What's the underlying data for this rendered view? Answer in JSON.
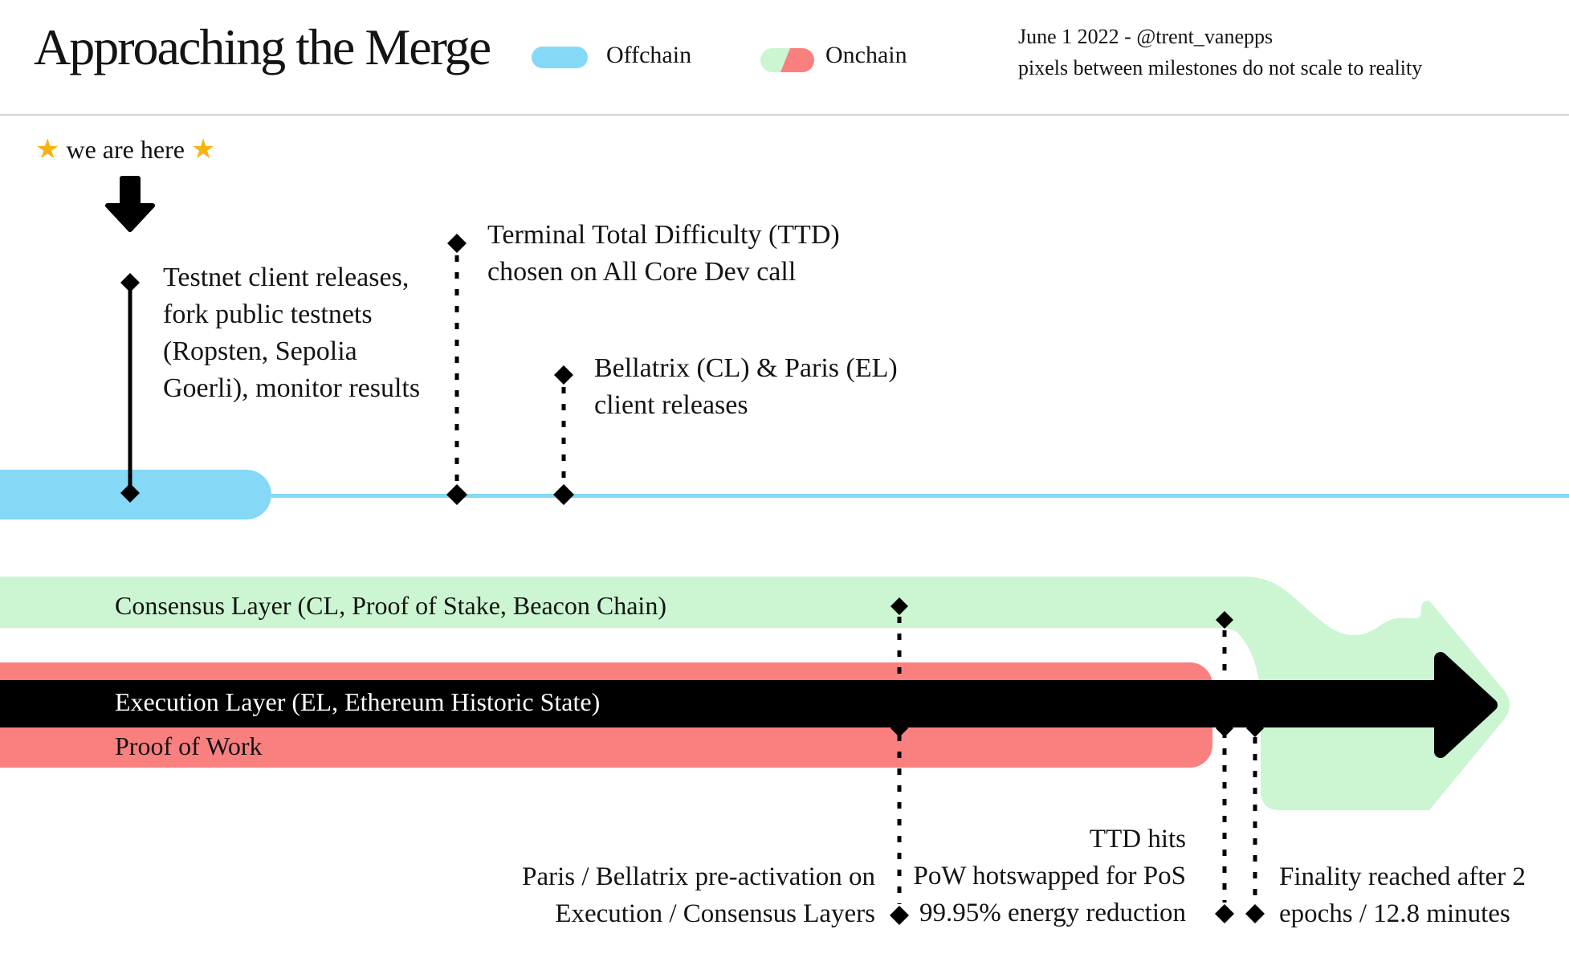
{
  "colors": {
    "offchain_blue": "#85D9F7",
    "onchain_green": "#CBF6D1",
    "onchain_red": "#FA8080",
    "text_black": "#141414"
  },
  "header": {
    "title": "Approaching the Merge",
    "legend_offchain": "Offchain",
    "legend_onchain": "Onchain",
    "byline_line1": "June 1 2022 - @trent_vanepps",
    "byline_line2": "pixels between milestones do not scale to reality"
  },
  "here_marker": {
    "star": "★",
    "label": "we are here"
  },
  "milestones_top": [
    {
      "lines": [
        "Testnet client releases,",
        "fork public testnets",
        "(Ropsten, Sepolia",
        "Goerli), monitor results"
      ]
    },
    {
      "lines": [
        "Terminal Total Difficulty (TTD)",
        "chosen on All Core Dev call"
      ]
    },
    {
      "lines": [
        "Bellatrix (CL) & Paris (EL)",
        "client releases"
      ]
    }
  ],
  "bands": {
    "consensus": "Consensus Layer (CL, Proof of Stake, Beacon Chain)",
    "execution": "Execution Layer (EL, Ethereum Historic State)",
    "pow": "Proof of Work"
  },
  "milestones_bottom": [
    {
      "lines": [
        "Paris / Bellatrix pre-activation on",
        "Execution / Consensus Layers"
      ]
    },
    {
      "lines": [
        "TTD hits",
        "PoW hotswapped for PoS",
        "99.95% energy reduction"
      ]
    },
    {
      "lines": [
        "Finality reached after 2",
        "epochs / 12.8 minutes"
      ]
    }
  ]
}
